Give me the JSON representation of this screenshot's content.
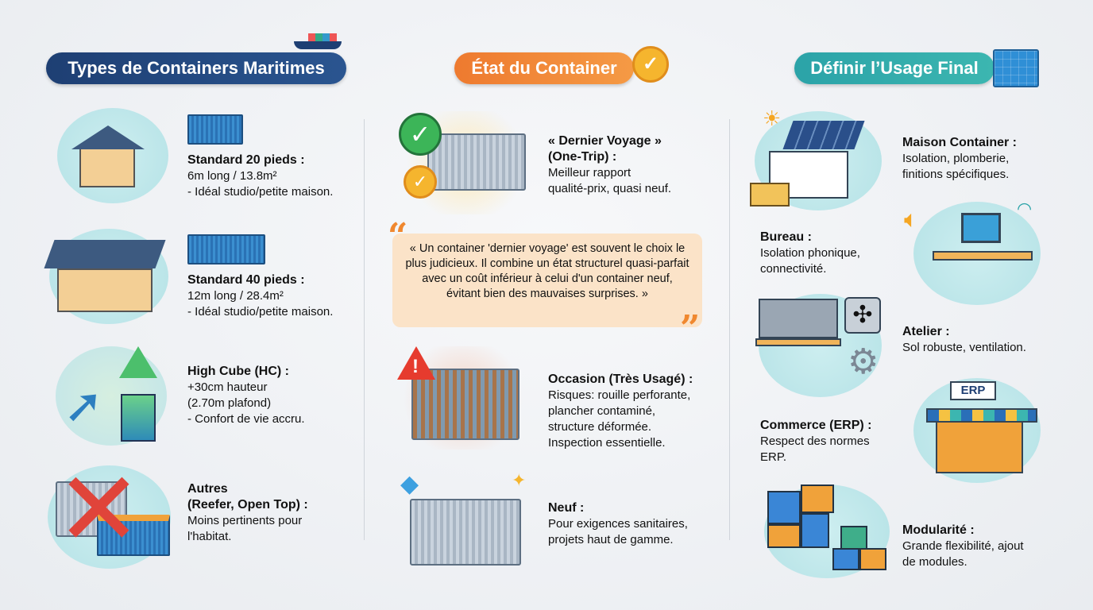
{
  "headers": {
    "types": "Types de Containers Maritimes",
    "etat": "État du Container",
    "usage": "Définir l’Usage Final"
  },
  "types": [
    {
      "title": "Standard 20 pieds :",
      "lines": [
        "6m long / 13.8m²",
        "- Idéal studio/petite maison."
      ]
    },
    {
      "title": "Standard 40 pieds :",
      "lines": [
        "12m long / 28.4m²",
        "- Idéal studio/petite maison."
      ]
    },
    {
      "title": "High Cube (HC) :",
      "lines": [
        "+30cm hauteur",
        "(2.70m plafond)",
        "- Confort de vie accru."
      ]
    },
    {
      "title": "Autres",
      "title2": "(Reefer, Open Top) :",
      "lines": [
        "Moins pertinents pour",
        "l'habitat."
      ]
    }
  ],
  "etat": [
    {
      "title": "« Dernier Voyage »",
      "title2": "(One-Trip) :",
      "lines": [
        "Meilleur rapport",
        "qualité-prix, quasi neuf."
      ]
    },
    {
      "title": "Occasion (Très Usagé) :",
      "lines": [
        "Risques: rouille perforante,",
        "plancher contaminé,",
        "structure déformée.",
        "Inspection essentielle."
      ]
    },
    {
      "title": "Neuf :",
      "lines": [
        "Pour exigences sanitaires,",
        "projets haut de gamme."
      ]
    }
  ],
  "quote": "« Un container 'dernier voyage' est souvent le choix le plus judicieux. Il combine un état structurel quasi-parfait avec un coût inférieur à celui d'un container neuf, évitant bien des mauvaises surprises. »",
  "usage": [
    {
      "title": "Maison Container :",
      "lines": [
        "Isolation, plomberie,",
        "finitions spécifiques."
      ]
    },
    {
      "title": "Bureau :",
      "lines": [
        "Isolation phonique,",
        "connectivité."
      ]
    },
    {
      "title": "Atelier :",
      "lines": [
        "Sol robuste, ventilation."
      ]
    },
    {
      "title": "Commerce (ERP) :",
      "lines": [
        "Respect des normes",
        "ERP."
      ]
    },
    {
      "title": "Modularité :",
      "lines": [
        "Grande flexibilité, ajout",
        "de modules."
      ]
    }
  ],
  "erp_sign": "ERP",
  "colors": {
    "navy": "#1e3f73",
    "orange": "#ee7a2f",
    "teal": "#2ba3a8",
    "quote_bg": "#fbe3c8"
  }
}
